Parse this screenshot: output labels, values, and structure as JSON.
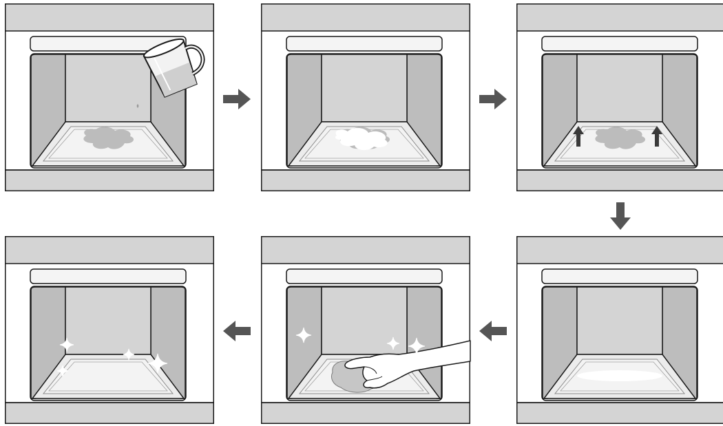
{
  "diagram": {
    "description_steps": 6,
    "colors": {
      "outline": "#1a1a1a",
      "oven_band": "#d4d4d4",
      "interior": "#d4d4d4",
      "side_wall": "#bdbdbd",
      "door_slot": "#f4f4f4",
      "tray_fill": "#ececec",
      "tray_inner": "#f3f3f3",
      "stain": "#bcbcbc",
      "foam": "#ffffff",
      "arrow": "#555555",
      "skin": "#ffffff"
    },
    "steps": [
      {
        "id": "pour-water",
        "icon": "pitcher-icon",
        "overlay": "pour"
      },
      {
        "id": "steam-heat",
        "icon": "steam-icon",
        "overlay": "steam"
      },
      {
        "id": "lift-tray",
        "icon": "up-arrow-icon",
        "overlay": "lift"
      },
      {
        "id": "water-pooled",
        "icon": "water-pool-icon",
        "overlay": "pool"
      },
      {
        "id": "wipe-clean",
        "icon": "cloth-hand-icon",
        "overlay": "wipe"
      },
      {
        "id": "clean-sparkle",
        "icon": "sparkle-icon",
        "overlay": "sparkle"
      }
    ],
    "flow": [
      "right",
      "right",
      "down",
      "left",
      "left"
    ]
  }
}
